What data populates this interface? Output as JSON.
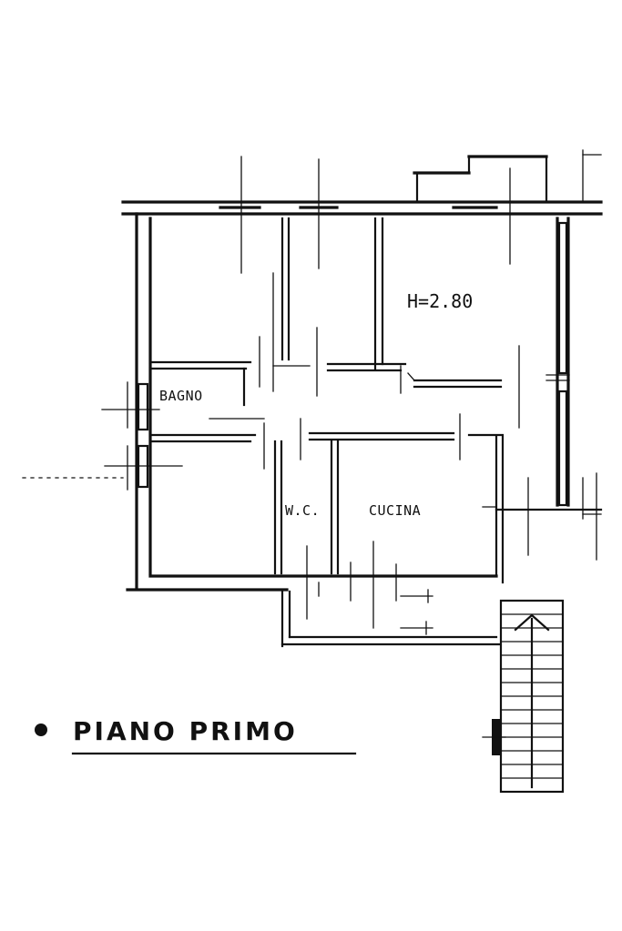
{
  "plan": {
    "title": "PIANO PRIMO",
    "ceiling_height": "H=2.80",
    "rooms": {
      "bath": "BAGNO",
      "wc": "W.C.",
      "kitchen": "CUCINA"
    }
  }
}
